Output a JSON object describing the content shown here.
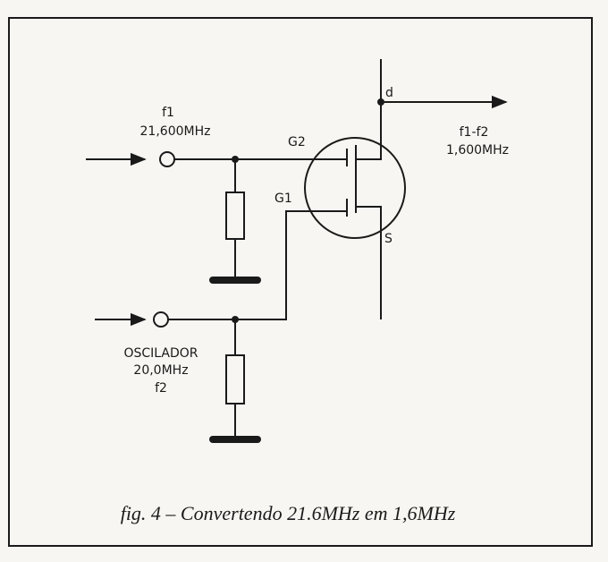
{
  "labels": {
    "f1": "f1",
    "f1_freq": "21,600MHz",
    "g2": "G2",
    "g1": "G1",
    "drain": "d",
    "source": "S",
    "output": "f1-f2",
    "output_freq": "1,600MHz",
    "osc": "OSCILADOR",
    "osc_freq": "20,0MHz",
    "f2": "f2"
  },
  "caption": "fig. 4 – Convertendo 21.6MHz em 1,6MHz"
}
